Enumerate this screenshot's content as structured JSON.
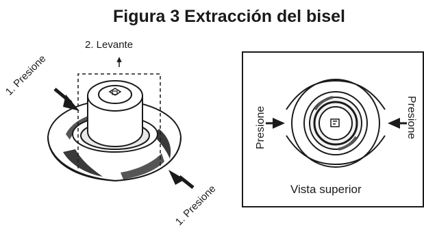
{
  "title": "Figura 3 Extracción del bisel",
  "labels": {
    "lift": "2. Levante",
    "press_left": "1. Presione",
    "press_right": "1. Presione",
    "top_press_left": "Presione",
    "top_press_right": "Presione",
    "top_view": "Vista superior"
  }
}
